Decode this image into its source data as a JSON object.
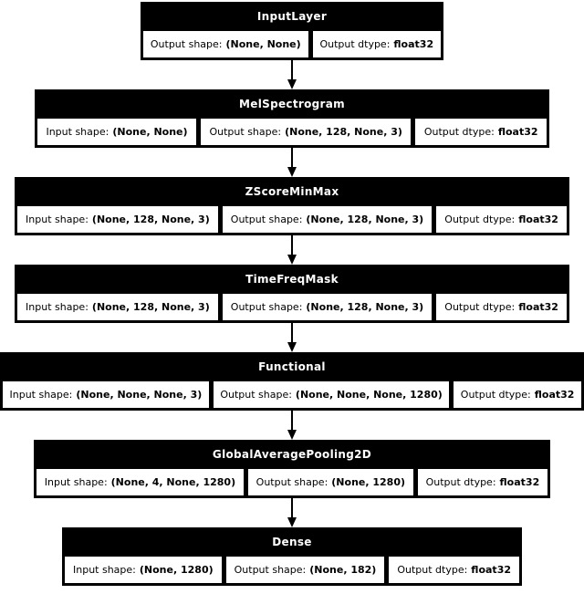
{
  "diagram": {
    "type": "keras-model-architecture",
    "colors": {
      "node_background": "#000000",
      "node_title_text": "#ffffff",
      "cell_background": "#ffffff",
      "cell_text": "#000000",
      "page_background": "#ffffff",
      "arrow": "#000000"
    },
    "layers": [
      {
        "name": "InputLayer",
        "cells": [
          {
            "label": "Output shape:",
            "value": "(None, None)"
          },
          {
            "label": "Output dtype:",
            "value": "float32"
          }
        ]
      },
      {
        "name": "MelSpectrogram",
        "cells": [
          {
            "label": "Input shape:",
            "value": "(None, None)"
          },
          {
            "label": "Output shape:",
            "value": "(None, 128, None, 3)"
          },
          {
            "label": "Output dtype:",
            "value": "float32"
          }
        ]
      },
      {
        "name": "ZScoreMinMax",
        "cells": [
          {
            "label": "Input shape:",
            "value": "(None, 128, None, 3)"
          },
          {
            "label": "Output shape:",
            "value": "(None, 128, None, 3)"
          },
          {
            "label": "Output dtype:",
            "value": "float32"
          }
        ]
      },
      {
        "name": "TimeFreqMask",
        "cells": [
          {
            "label": "Input shape:",
            "value": "(None, 128, None, 3)"
          },
          {
            "label": "Output shape:",
            "value": "(None, 128, None, 3)"
          },
          {
            "label": "Output dtype:",
            "value": "float32"
          }
        ]
      },
      {
        "name": "Functional",
        "cells": [
          {
            "label": "Input shape:",
            "value": "(None, None, None, 3)"
          },
          {
            "label": "Output shape:",
            "value": "(None, None, None, 1280)"
          },
          {
            "label": "Output dtype:",
            "value": "float32"
          }
        ]
      },
      {
        "name": "GlobalAveragePooling2D",
        "cells": [
          {
            "label": "Input shape:",
            "value": "(None, 4, None, 1280)"
          },
          {
            "label": "Output shape:",
            "value": "(None, 1280)"
          },
          {
            "label": "Output dtype:",
            "value": "float32"
          }
        ]
      },
      {
        "name": "Dense",
        "cells": [
          {
            "label": "Input shape:",
            "value": "(None, 1280)"
          },
          {
            "label": "Output shape:",
            "value": "(None, 182)"
          },
          {
            "label": "Output dtype:",
            "value": "float32"
          }
        ]
      }
    ]
  }
}
